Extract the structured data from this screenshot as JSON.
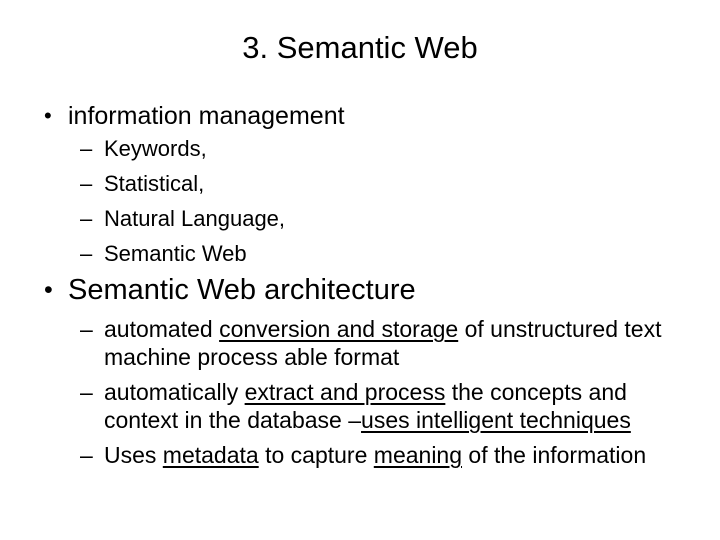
{
  "slide": {
    "title": "3. Semantic Web",
    "markers": {
      "level1": "•",
      "level2": "–"
    },
    "colors": {
      "background": "#ffffff",
      "text": "#000000"
    },
    "sections": [
      {
        "heading": "information management",
        "heading_style": "small",
        "items": [
          {
            "lines": [
              [
                {
                  "t": "Keywords,"
                }
              ]
            ]
          },
          {
            "lines": [
              [
                {
                  "t": "Statistical,"
                }
              ]
            ]
          },
          {
            "lines": [
              [
                {
                  "t": "Natural Language,"
                }
              ]
            ]
          },
          {
            "lines": [
              [
                {
                  "t": "Semantic Web"
                }
              ]
            ]
          }
        ]
      },
      {
        "heading": "Semantic Web architecture",
        "heading_style": "large",
        "items": [
          {
            "lines": [
              [
                {
                  "t": "automated "
                },
                {
                  "t": "conversion and storage",
                  "u": true
                },
                {
                  "t": " of unstructured text"
                }
              ],
              [
                {
                  "t": "machine process able format"
                }
              ]
            ]
          },
          {
            "lines": [
              [
                {
                  "t": "automatically "
                },
                {
                  "t": "extract and process",
                  "u": true
                },
                {
                  "t": " the concepts and"
                }
              ],
              [
                {
                  "t": "context in the database –"
                },
                {
                  "t": "uses intelligent techniques",
                  "u": true
                }
              ]
            ]
          },
          {
            "lines": [
              [
                {
                  "t": "Uses "
                },
                {
                  "t": "metadata",
                  "u": true
                },
                {
                  "t": " to capture "
                },
                {
                  "t": "meaning",
                  "u": true
                },
                {
                  "t": " of the information"
                }
              ]
            ]
          }
        ]
      }
    ]
  }
}
